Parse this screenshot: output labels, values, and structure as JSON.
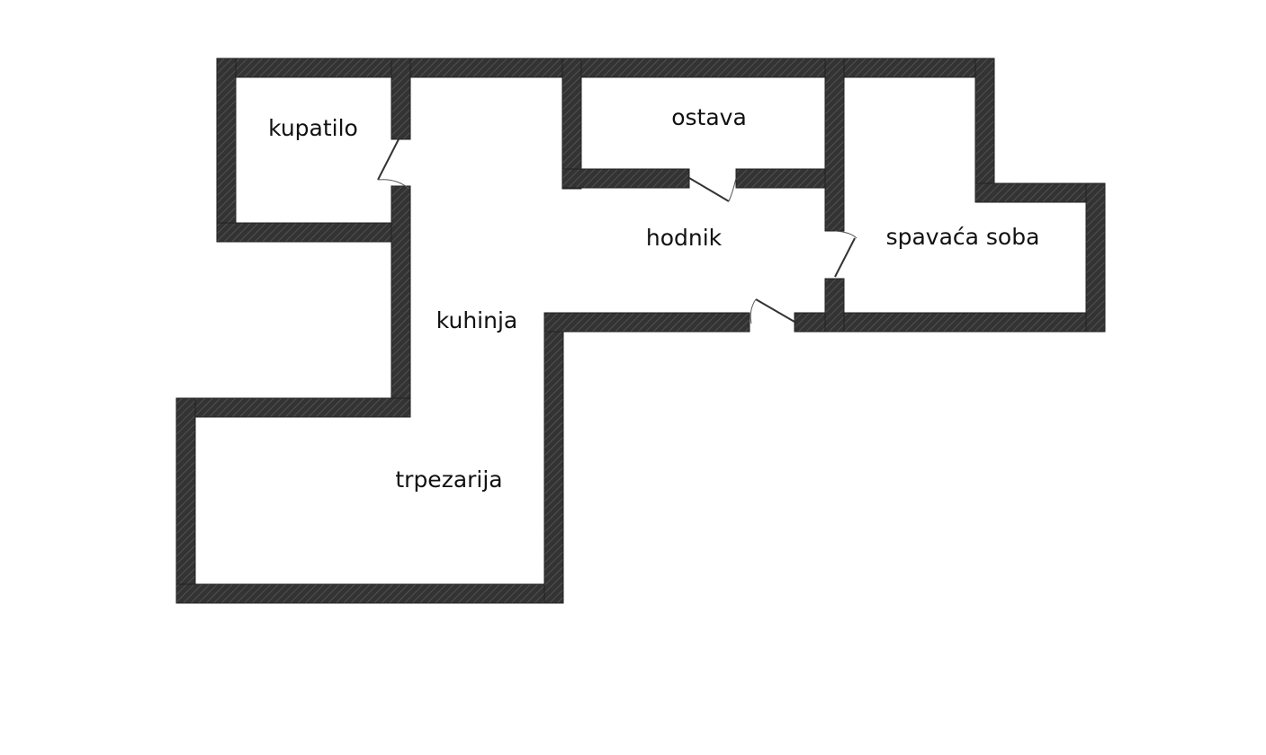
{
  "rooms": [
    {
      "id": "kupatilo",
      "label": "kupatilo"
    },
    {
      "id": "ostava",
      "label": "ostava"
    },
    {
      "id": "hodnik",
      "label": "hodnik"
    },
    {
      "id": "spavaca-soba",
      "label": "spavaća soba"
    },
    {
      "id": "kuhinja",
      "label": "kuhinja"
    },
    {
      "id": "trpezarija",
      "label": "trpezarija"
    }
  ],
  "colors": {
    "wall": "#333333",
    "wall_hatch": "#5a5a5a",
    "background": "#ffffff",
    "text": "#111111"
  }
}
